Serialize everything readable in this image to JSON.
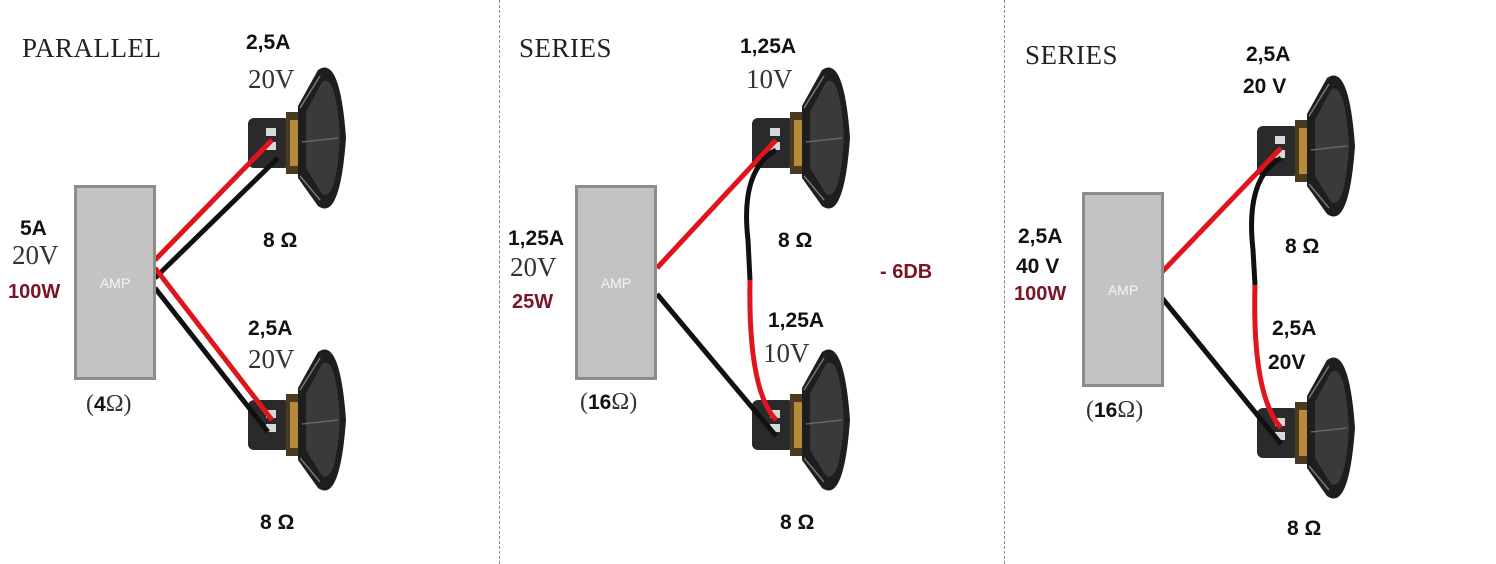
{
  "panels": [
    {
      "id": "parallel",
      "heading": "PARALLEL",
      "amp": {
        "label": "AMP",
        "current": "5A",
        "voltage": "20V",
        "power": "100W",
        "impedance": "4",
        "impedance_unit": "Ω"
      },
      "speakers": [
        {
          "current": "2,5A",
          "voltage": "20V",
          "impedance": "8 Ω"
        },
        {
          "current": "2,5A",
          "voltage": "20V",
          "impedance": "8 Ω"
        }
      ]
    },
    {
      "id": "series-1",
      "heading": "SERIES",
      "amp": {
        "label": "AMP",
        "current": "1,25A",
        "voltage": "20V",
        "power": "25W",
        "impedance": "16",
        "impedance_unit": "Ω"
      },
      "speakers": [
        {
          "current": "1,25A",
          "voltage": "10V",
          "impedance": "8 Ω"
        },
        {
          "current": "1,25A",
          "voltage": "10V",
          "impedance": "8 Ω"
        }
      ],
      "note": "- 6DB"
    },
    {
      "id": "series-2",
      "heading": "SERIES",
      "amp": {
        "label": "AMP",
        "current": "2,5A",
        "voltage": "40 V",
        "power": "100W",
        "impedance": "16",
        "impedance_unit": "Ω"
      },
      "speakers": [
        {
          "current": "2,5A",
          "voltage": "20 V",
          "impedance": "8 Ω"
        },
        {
          "current": "2,5A",
          "voltage": "20V",
          "impedance": "8 Ω"
        }
      ]
    }
  ],
  "colors": {
    "positive_wire": "#e0141c",
    "negative_wire": "#111111",
    "amp_fill": "#c3c3c3",
    "accent_text": "#7a1426"
  }
}
